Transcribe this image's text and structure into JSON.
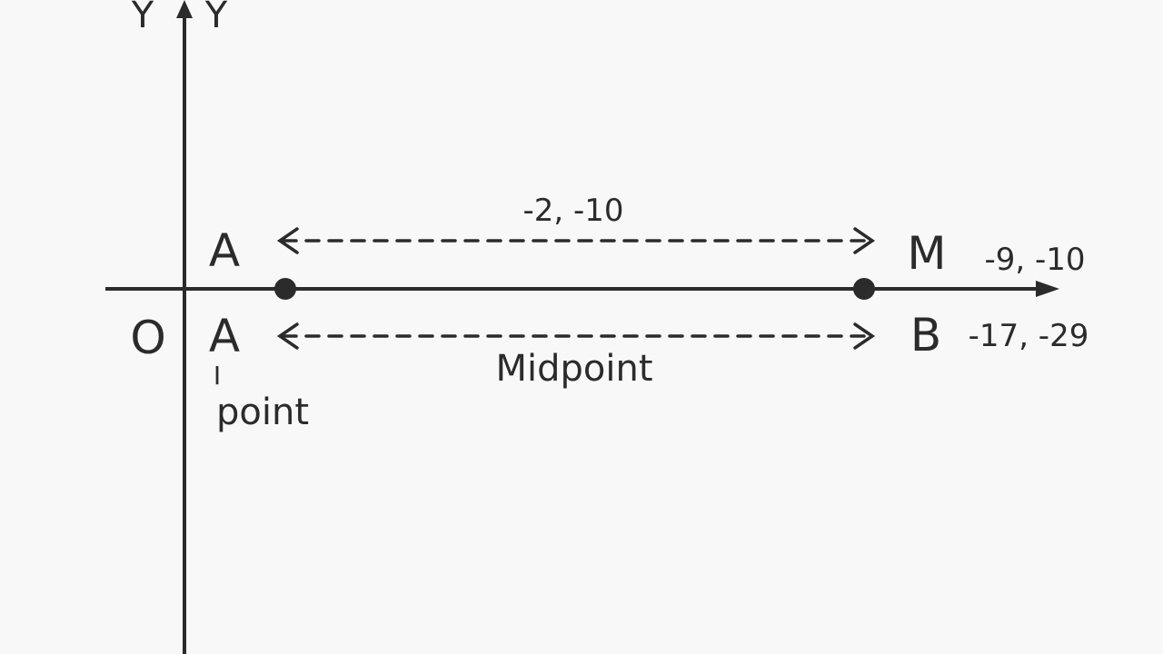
{
  "colors": {
    "background": "#f8f8f8",
    "ink": "#2b2b2b"
  },
  "axes": {
    "y_labels": [
      "Y",
      "Y"
    ],
    "origin_label": "O"
  },
  "points": {
    "top_left_label": "A",
    "bottom_left_label": "A",
    "top_right_label": "M",
    "bottom_right_label": "B"
  },
  "coordinates": {
    "top_center": "-2, -10",
    "right_top": "-9, -10",
    "right_bottom": "-17, -29"
  },
  "annotations": {
    "midpoint_label": "Midpoint",
    "point_tick": "I",
    "point_label": "point"
  },
  "icons": [
    "arrow-up-icon",
    "arrow-right-icon",
    "double-arrow-icon",
    "point-dot-icon"
  ]
}
